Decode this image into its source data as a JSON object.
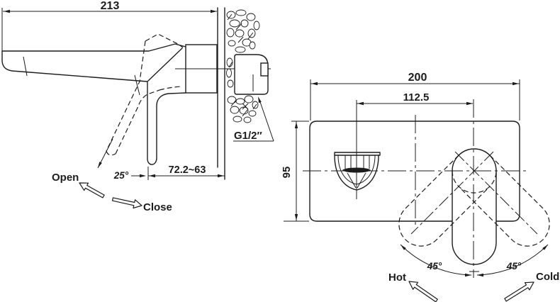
{
  "side_view": {
    "dim_width": "213",
    "dim_depth": "72.2~63",
    "dim_angle": "25°",
    "thread_label": "G1/2″",
    "open_label": "Open",
    "close_label": "Close"
  },
  "front_view": {
    "dim_width": "200",
    "dim_centers": "112.5",
    "dim_height": "95",
    "dim_angle_left": "45°",
    "dim_angle_right": "45°",
    "hot_label": "Hot",
    "cold_label": "Cold"
  },
  "colors": {
    "ink": "#1c1c1c",
    "paper": "#ffffff"
  }
}
